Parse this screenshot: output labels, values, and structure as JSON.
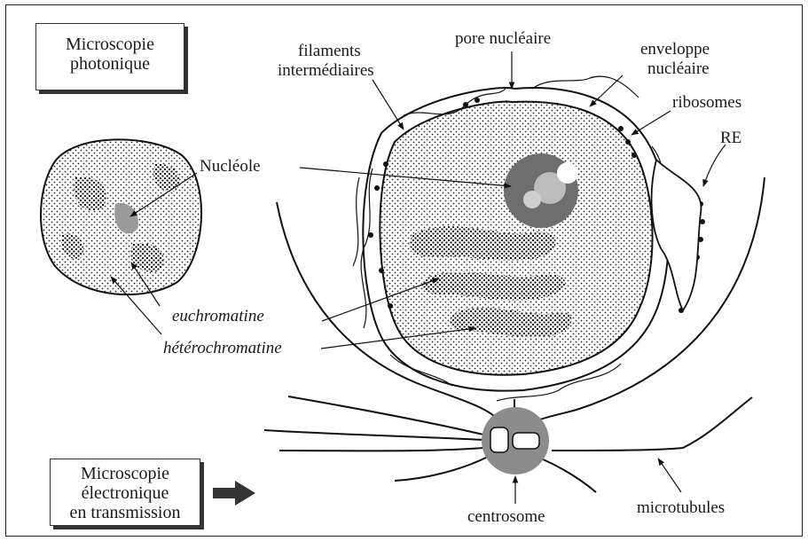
{
  "diagram": {
    "boxes": {
      "photonic": {
        "line1": "Microscopie",
        "line2": "photonique"
      },
      "electronic": {
        "line1": "Microscopie",
        "line2": "électronique",
        "line3": "en transmission"
      }
    },
    "labels": {
      "filaments_1": "filaments",
      "filaments_2": "intermédiaires",
      "pore": "pore nucléaire",
      "envelope_1": "enveloppe",
      "envelope_2": "nucléaire",
      "ribosomes": "ribosomes",
      "re": "RE",
      "nucleole": "Nucléole",
      "euchromatine": "euchromatine",
      "heterochromatine": "hétérochromatine",
      "centrosome": "centrosome",
      "microtubules": "microtubules"
    }
  }
}
